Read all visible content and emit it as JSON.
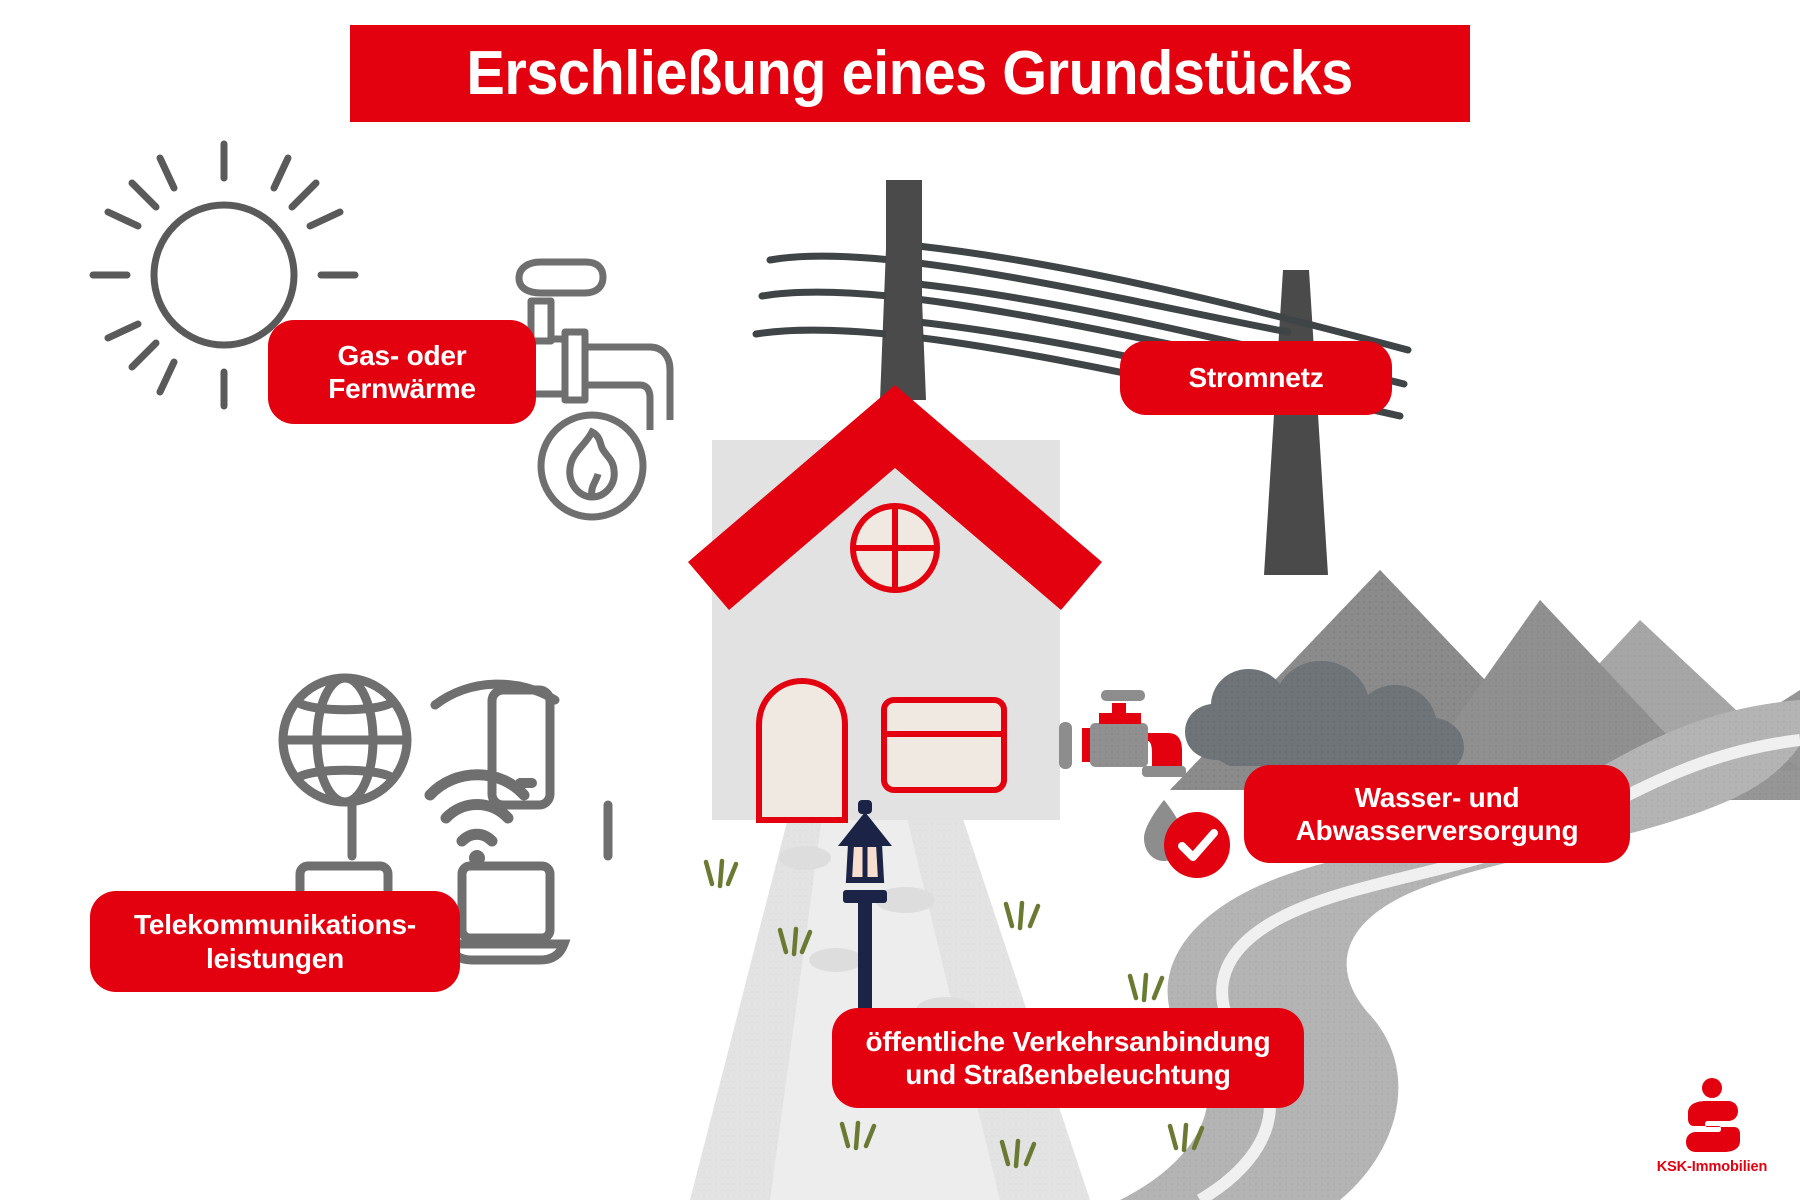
{
  "title": {
    "text": "Erschließung eines Grundstücks",
    "banner_color": "#e3000f",
    "text_color": "#ffffff"
  },
  "palette": {
    "brand_red": "#e3000f",
    "icon_gray": "#5a5a5a",
    "house_body": "#e2e2e2",
    "house_fill": "#efe9e1",
    "roof_red": "#e3000f",
    "mountain_gray": "#8b8b8b",
    "mountain_dark": "#6e7478",
    "road_gray": "#b4b4b4",
    "path_light": "#e8e8e8",
    "lamp_navy": "#1b2447",
    "grass_green": "#6b7a33",
    "background": "#ffffff"
  },
  "badges": [
    {
      "id": "gas",
      "label": "Gas- oder\nFernwärme",
      "icon": "gas-pipe-valve-flame-icon"
    },
    {
      "id": "strom",
      "label": "Stromnetz",
      "icon": "power-pylon-icon"
    },
    {
      "id": "wasser",
      "label": "Wasser- und\nAbwasserversorgung",
      "icon": "water-tap-drop-check-icon"
    },
    {
      "id": "telekom",
      "label": "Telekommunikations-\nleistungen",
      "icon": "globe-wifi-devices-icon"
    },
    {
      "id": "verkehr",
      "label": "öffentliche Verkehrsanbindung\nund Straßenbeleuchtung",
      "icon": "street-lamp-icon"
    }
  ],
  "logo": {
    "caption": "KSK-Immobilien",
    "mark": "sparkasse-s-icon",
    "color": "#e3000f"
  },
  "illustration_elements": [
    {
      "name": "sun-icon",
      "description": "outlined sun with twelve rays"
    },
    {
      "name": "gas-pipe-icon",
      "description": "pipe with shut-off valve"
    },
    {
      "name": "flame-circle-icon",
      "description": "flame inside circle"
    },
    {
      "name": "house-icon",
      "description": "house with red gable roof, round cross window, arched door and rectangular window"
    },
    {
      "name": "power-pylon-icon",
      "description": "two utility poles with overhead power lines"
    },
    {
      "name": "water-tap-icon",
      "description": "tap with red spout, grey drop and red check badge"
    },
    {
      "name": "globe-icon",
      "description": "wire globe"
    },
    {
      "name": "wifi-icon",
      "description": "three wifi arcs with dot"
    },
    {
      "name": "smartphone-icon",
      "description": "rounded smartphone outline"
    },
    {
      "name": "laptop-icon",
      "description": "laptop outline"
    },
    {
      "name": "mountain-icon",
      "description": "grey mountain range with dotted texture"
    },
    {
      "name": "cloud-icon",
      "description": "grey cloud"
    },
    {
      "name": "road-icon",
      "description": "winding grey road with centre line"
    },
    {
      "name": "footpath-icon",
      "description": "pale path with stepping stones"
    },
    {
      "name": "street-lamp-icon",
      "description": "navy lamp post with glowing lantern"
    },
    {
      "name": "grass-tuft-icon",
      "description": "small olive grass tufts"
    }
  ]
}
